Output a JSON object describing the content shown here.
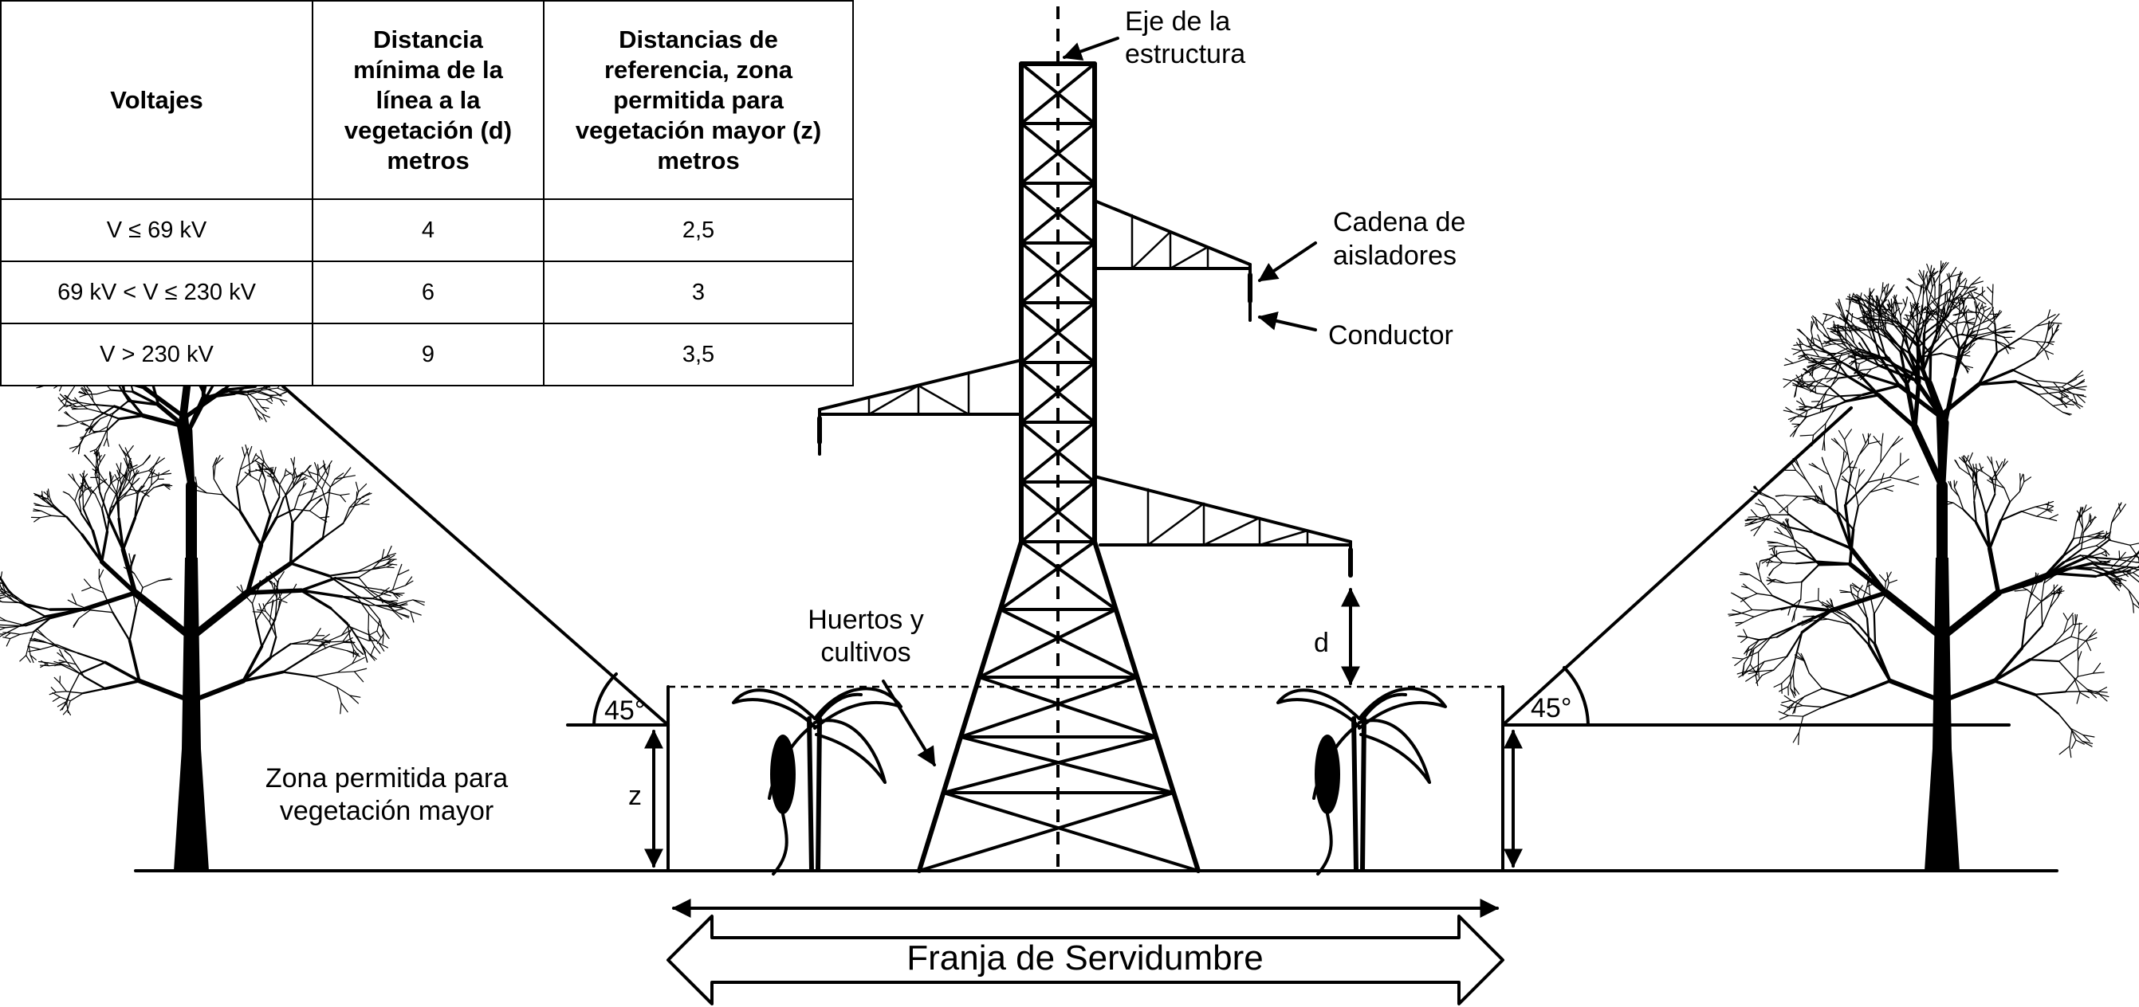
{
  "table": {
    "headers": [
      "Voltajes",
      "Distancia mínima de la línea a la vegetación (d) metros",
      "Distancias de referencia, zona permitida para vegetación mayor (z) metros"
    ],
    "rows": [
      {
        "voltage": "V ≤ 69 kV",
        "d": "4",
        "z": "2,5"
      },
      {
        "voltage": "69 kV < V ≤ 230 kV",
        "d": "6",
        "z": "3"
      },
      {
        "voltage": "V > 230 kV",
        "d": "9",
        "z": "3,5"
      }
    ]
  },
  "labels": {
    "axis": [
      "Eje de la",
      "estructura"
    ],
    "insulator": [
      "Cadena de",
      "aisladores"
    ],
    "conductor": "Conductor",
    "crops": [
      "Huertos y",
      "cultivos"
    ],
    "d": "d",
    "z": "z",
    "angle_left": "45°",
    "angle_right": "45°",
    "zone": [
      "Zona permitida para",
      "vegetación mayor"
    ],
    "easement": "Franja de Servidumbre"
  }
}
